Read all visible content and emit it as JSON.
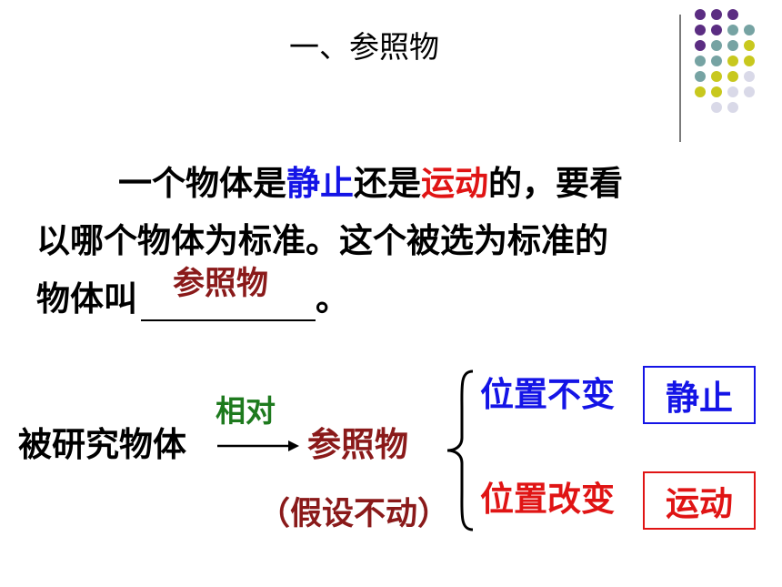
{
  "title": "一、参照物",
  "paragraph": {
    "line1_a": "一个物体是",
    "line1_b": "静止",
    "line1_c": "还是",
    "line1_d": "运动",
    "line1_e": "的，要看",
    "line2": "以哪个物体为标准。这个被选为标准的",
    "line3_a": "物体叫",
    "line3_end": "。",
    "answer": "参照物"
  },
  "diagram": {
    "studied_object": "被研究物体",
    "relative": "相对",
    "reference": "参照物",
    "assumption": "（假设不动）",
    "case1_condition": "位置不变",
    "case1_result": "静止",
    "case2_condition": "位置改变",
    "case2_result": "运动"
  },
  "colors": {
    "blue": "#1414e6",
    "red": "#e01414",
    "maroon": "#8a1a1a",
    "green": "#1e7a1e"
  }
}
